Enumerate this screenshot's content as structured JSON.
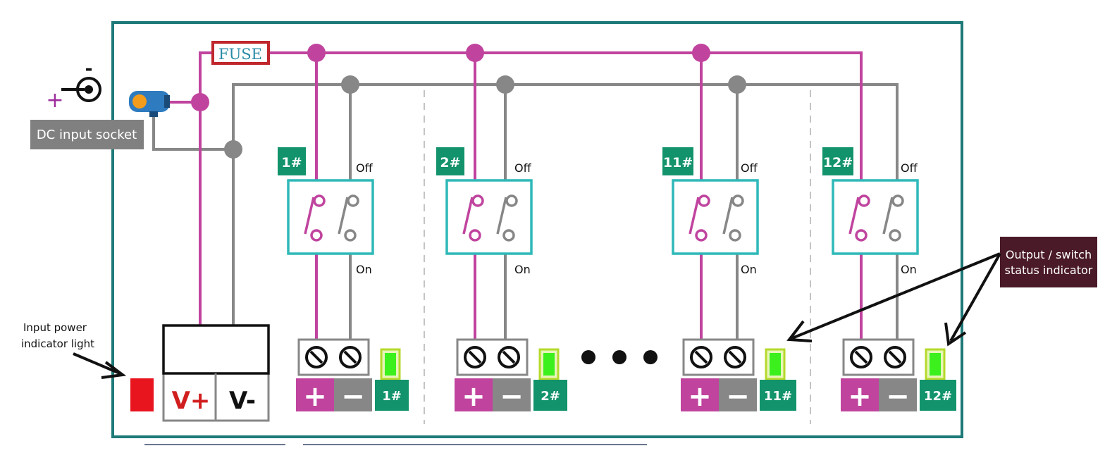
{
  "colors": {
    "border": "#1e7a78",
    "positive": "#c0449e",
    "negative": "#878787",
    "fuse": "#c0272d",
    "switch_box": "#2fb8b8",
    "channel_tag": "#12936b",
    "indicator_fill": "#3cf01e",
    "indicator_border": "#b5d92a",
    "power_light": "#e8141e",
    "callout_bg": "#4a1a28",
    "gray_label_bg": "#808080"
  },
  "dc_socket": {
    "plus": "+",
    "minus": "-",
    "label": "DC input socket"
  },
  "fuse_label": "FUSE",
  "input_terminal": {
    "positive": "V+",
    "negative": "V-"
  },
  "input_power_label": {
    "line1": "Input power",
    "line2": "indicator light"
  },
  "status_callout": {
    "line1": "Output / switch",
    "line2": "status indicator"
  },
  "switch_labels": {
    "off": "Off",
    "on": "On"
  },
  "output_terminal": {
    "plus": "+",
    "minus": "−"
  },
  "channels": [
    {
      "tag": "1#"
    },
    {
      "tag": "2#"
    },
    {
      "tag": "11#"
    },
    {
      "tag": "12#"
    }
  ],
  "icons": [
    "dc-jack-icon",
    "dc-plug-icon",
    "fuse-icon",
    "switch-icon",
    "screw-terminal-icon",
    "ellipsis-dots-icon",
    "arrow-icon"
  ]
}
